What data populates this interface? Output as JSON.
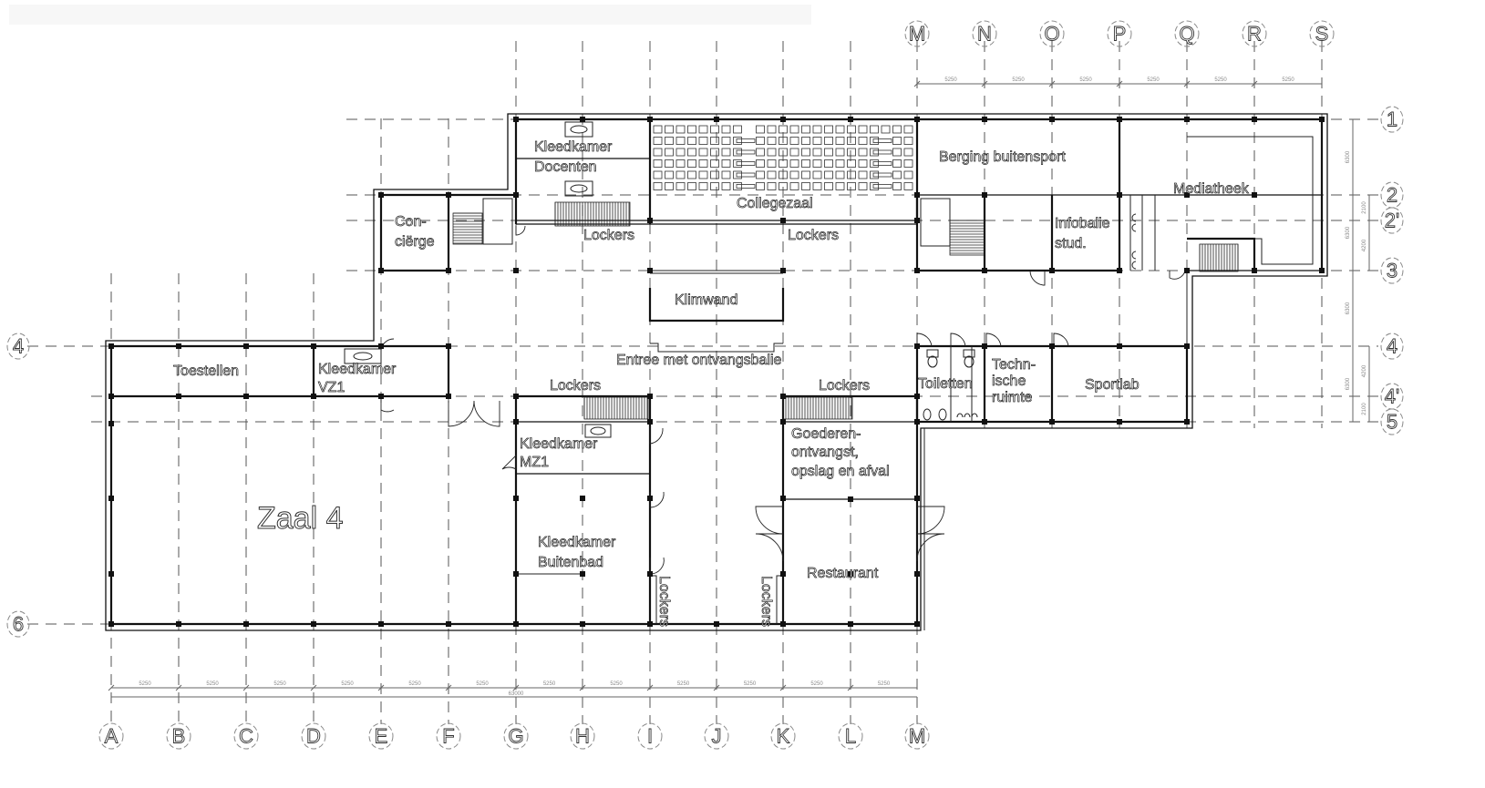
{
  "plan": {
    "type": "floor-plan",
    "grid_columns": [
      "A",
      "B",
      "C",
      "D",
      "E",
      "F",
      "G",
      "H",
      "I",
      "J",
      "K",
      "L",
      "M",
      "N",
      "O",
      "P",
      "Q",
      "R",
      "S"
    ],
    "grid_rows": [
      "1",
      "2",
      "2'",
      "3",
      "4",
      "4'",
      "5",
      "6"
    ],
    "column_spacing_mm": 5250,
    "bottom_dimensions": [
      "5250",
      "5250",
      "5250",
      "5250",
      "5250",
      "5250",
      "5250",
      "5250",
      "5250",
      "5250",
      "5250",
      "5250"
    ],
    "bottom_total": "63000",
    "top_dimensions": [
      "5250",
      "5250",
      "5250",
      "5250",
      "5250",
      "5250"
    ],
    "right_dimensions_outer": [
      "6300",
      "6300",
      "6300",
      "6300"
    ],
    "right_dimensions_inner": [
      "2100",
      "4200",
      "4200",
      "2100"
    ]
  },
  "rooms": {
    "kleedkamer_docenten": [
      "Kleedkamer",
      "Docenten"
    ],
    "collegezaal": "Collegezaal",
    "berging_buitensport": "Berging buitensport",
    "mediatheek": "Mediatheek",
    "concierge": [
      "Con-",
      "ciërge"
    ],
    "lockers_1": "Lockers",
    "lockers_2": "Lockers",
    "infobalie": [
      "Infobalie",
      "stud."
    ],
    "klimwand": "Klimwand",
    "entree": "Entree met ontvangsbalie",
    "toestellen": "Toestellen",
    "kleedkamer_vz1": [
      "Kleedkamer",
      "VZ1"
    ],
    "lockers_3": "Lockers",
    "lockers_4": "Lockers",
    "toiletten": "Toiletten",
    "technische_ruimte": [
      "Techn-",
      "ische",
      "ruimte"
    ],
    "sportlab": "Sportlab",
    "kleedkamer_mz1": [
      "Kleedkamer",
      "MZ1"
    ],
    "goederen": [
      "Goederen-",
      "ontvangst,",
      "opslag en afval"
    ],
    "zaal4": "Zaal 4",
    "kleedkamer_buitenbad": [
      "Kleedkamer",
      "Buitenbad"
    ],
    "restaurant": "Restaurant",
    "lockers_5": "Lockers",
    "lockers_6": "Lockers"
  }
}
